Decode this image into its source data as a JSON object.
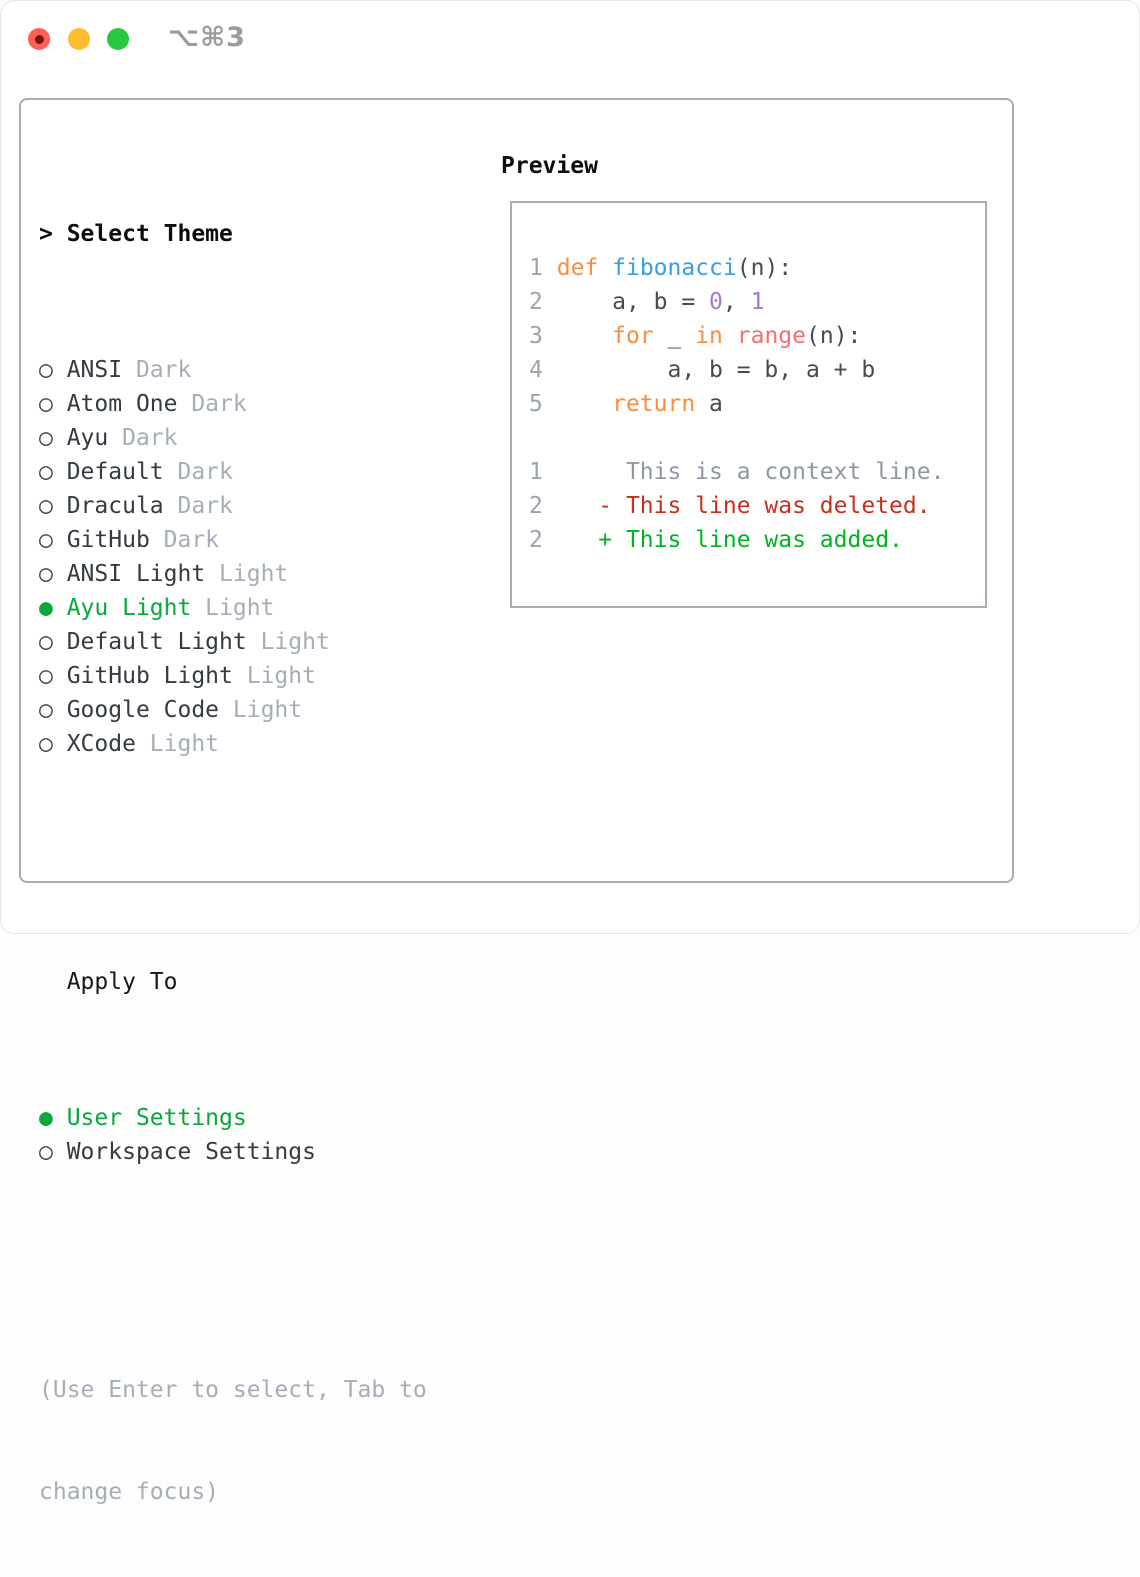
{
  "window": {
    "shortcut_label": "⌥⌘3"
  },
  "theme_selector": {
    "prompt": ">",
    "title": "Select Theme",
    "radio_selected_icon": "●",
    "radio_unselected_icon": "○",
    "themes": [
      {
        "name": "ANSI",
        "variant": "Dark",
        "selected": false
      },
      {
        "name": "Atom One",
        "variant": "Dark",
        "selected": false
      },
      {
        "name": "Ayu",
        "variant": "Dark",
        "selected": false
      },
      {
        "name": "Default",
        "variant": "Dark",
        "selected": false
      },
      {
        "name": "Dracula",
        "variant": "Dark",
        "selected": false
      },
      {
        "name": "GitHub",
        "variant": "Dark",
        "selected": false
      },
      {
        "name": "ANSI Light",
        "variant": "Light",
        "selected": false
      },
      {
        "name": "Ayu Light",
        "variant": "Light",
        "selected": true
      },
      {
        "name": "Default Light",
        "variant": "Light",
        "selected": false
      },
      {
        "name": "GitHub Light",
        "variant": "Light",
        "selected": false
      },
      {
        "name": "Google Code",
        "variant": "Light",
        "selected": false
      },
      {
        "name": "XCode",
        "variant": "Light",
        "selected": false
      }
    ],
    "apply_to": {
      "title": "Apply To",
      "options": [
        {
          "name": "User Settings",
          "selected": true
        },
        {
          "name": "Workspace Settings",
          "selected": false
        }
      ]
    },
    "help_lines": [
      "(Use Enter to select, Tab to",
      "change focus)"
    ]
  },
  "preview": {
    "title": "Preview",
    "code_lines": [
      [
        [
          "ln",
          "1"
        ],
        [
          "fg",
          " "
        ],
        [
          "kw",
          "def"
        ],
        [
          "fg",
          " "
        ],
        [
          "fn",
          "fibonacci"
        ],
        [
          "fg",
          "(n):"
        ]
      ],
      [
        [
          "ln",
          "2"
        ],
        [
          "fg",
          "     a, b = "
        ],
        [
          "pu",
          "0"
        ],
        [
          "fg",
          ", "
        ],
        [
          "pu",
          "1"
        ]
      ],
      [
        [
          "ln",
          "3"
        ],
        [
          "fg",
          "     "
        ],
        [
          "kw",
          "for"
        ],
        [
          "fg",
          " _ "
        ],
        [
          "kw",
          "in"
        ],
        [
          "fg",
          " "
        ],
        [
          "rd",
          "range"
        ],
        [
          "fg",
          "(n):"
        ]
      ],
      [
        [
          "ln",
          "4"
        ],
        [
          "fg",
          "         a, b = b, a + b"
        ]
      ],
      [
        [
          "ln",
          "5"
        ],
        [
          "fg",
          "     "
        ],
        [
          "kw",
          "return"
        ],
        [
          "fg",
          " a"
        ]
      ],
      [],
      [
        [
          "ln",
          "1"
        ],
        [
          "ctx",
          "      This is a context line."
        ]
      ],
      [
        [
          "ln",
          "2"
        ],
        [
          "del",
          "    - This line was deleted."
        ]
      ],
      [
        [
          "ln",
          "2"
        ],
        [
          "add",
          "    + This line was added."
        ]
      ]
    ]
  },
  "palette": {
    "accent-green": "#09a73c",
    "kw": "#fa8d3e",
    "fn": "#399ee6",
    "rd": "#f07171",
    "pu": "#a37acc",
    "del": "#c5301f",
    "add": "#00b41f",
    "ctx": "#8f98a2",
    "ln": "#9aa4ae",
    "fg": "#454b52",
    "muted": "#a5aeb8",
    "text-dark": "#343b42",
    "panel-border": "#a6aeb8",
    "traffic-red": "#ff5f57",
    "traffic-yellow": "#febc2e",
    "traffic-green": "#28c840"
  }
}
